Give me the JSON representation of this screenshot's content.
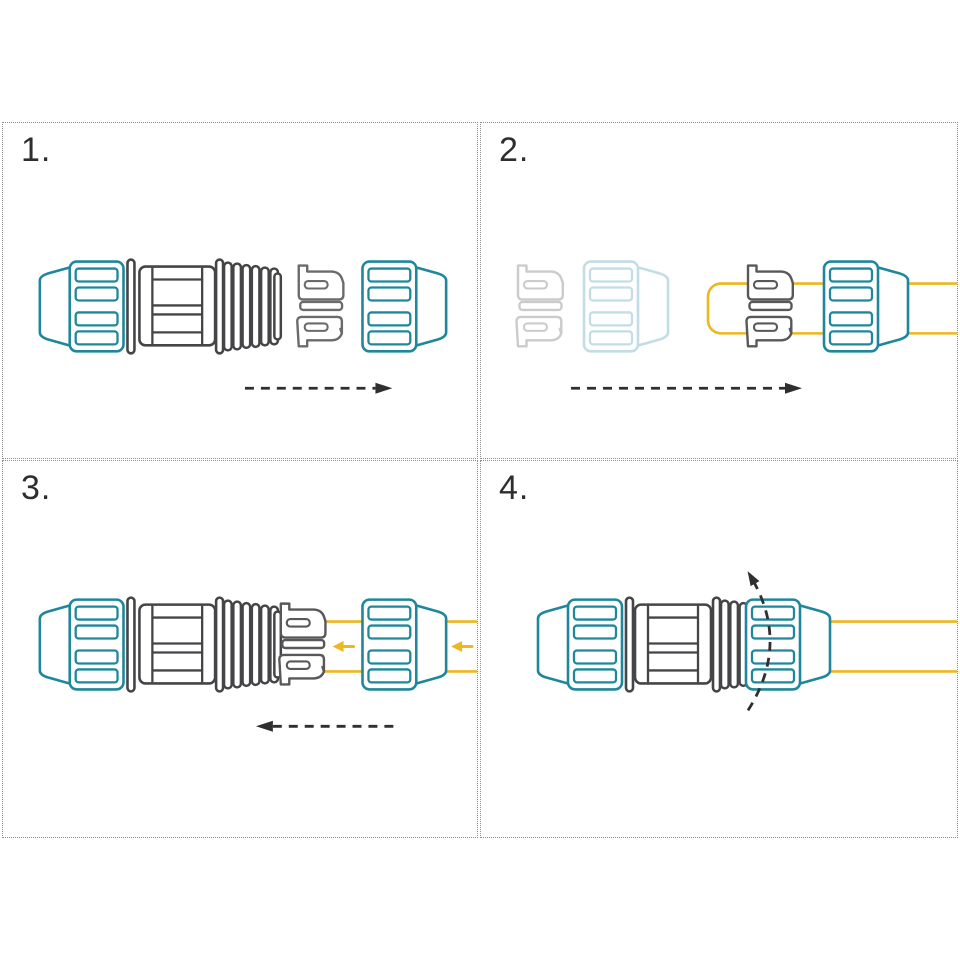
{
  "figure": "pipe-compression-fitting-assembly-instructions",
  "panels": [
    {
      "label": "1.",
      "parts": [
        "compression-nut-left",
        "flange",
        "coupling-body",
        "flange",
        "male-threads",
        "grip-ring",
        "compression-nut-right"
      ],
      "icons": [
        "dashed-arrow-right-icon"
      ]
    },
    {
      "label": "2.",
      "parts": [
        "grip-ring-ghost",
        "compression-nut-ghost",
        "pipe",
        "grip-ring",
        "compression-nut"
      ],
      "icons": [
        "dashed-arrow-right-icon"
      ]
    },
    {
      "label": "3.",
      "parts": [
        "compression-nut-left",
        "flange",
        "coupling-body",
        "flange",
        "male-threads",
        "grip-ring",
        "pipe",
        "compression-nut"
      ],
      "icons": [
        "yellow-arrow-left-icon",
        "yellow-arrow-left-icon",
        "dashed-arrow-left-icon"
      ]
    },
    {
      "label": "4.",
      "parts": [
        "compression-nut-left",
        "flange",
        "coupling-body",
        "flange",
        "male-threads",
        "compression-nut",
        "pipe"
      ],
      "icons": [
        "rotation-dashed-arrow-icon"
      ]
    }
  ],
  "colors": {
    "background": "#ffffff",
    "panel_border": "#8f8f8f",
    "label_text": "#2e2e2e",
    "teal": "#1e879c",
    "teal_ghost": "#c2dde6",
    "outline_dark": "#454547",
    "ring_gray": "#6b6b6d",
    "ring_dark": "#58585a",
    "ghost_gray": "#cbcbcb",
    "pipe_yellow": "#edb71f",
    "arrow_dark": "#2f2f2f"
  }
}
